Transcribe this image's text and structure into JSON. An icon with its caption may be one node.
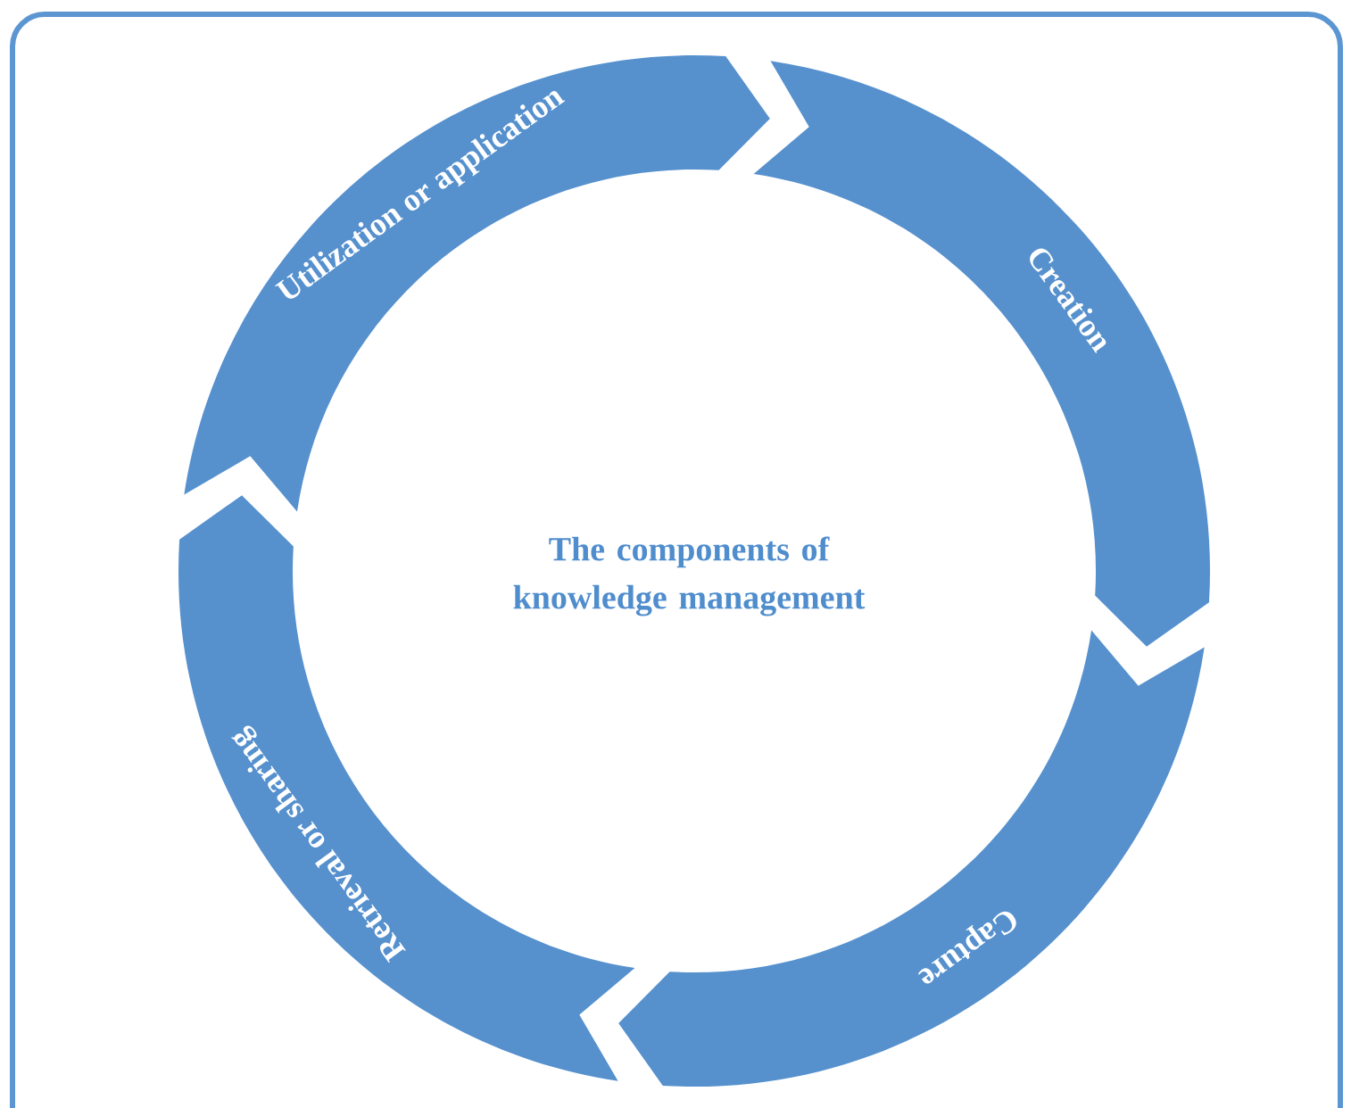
{
  "diagram": {
    "title": "The components of knowledge management",
    "nodes": [
      {
        "text": [
          "Creation"
        ]
      },
      {
        "text": [
          "Capture"
        ]
      },
      {
        "text": [
          "Retrieval or sharing"
        ]
      },
      {
        "text": [
          "Utilization or application"
        ]
      }
    ]
  }
}
